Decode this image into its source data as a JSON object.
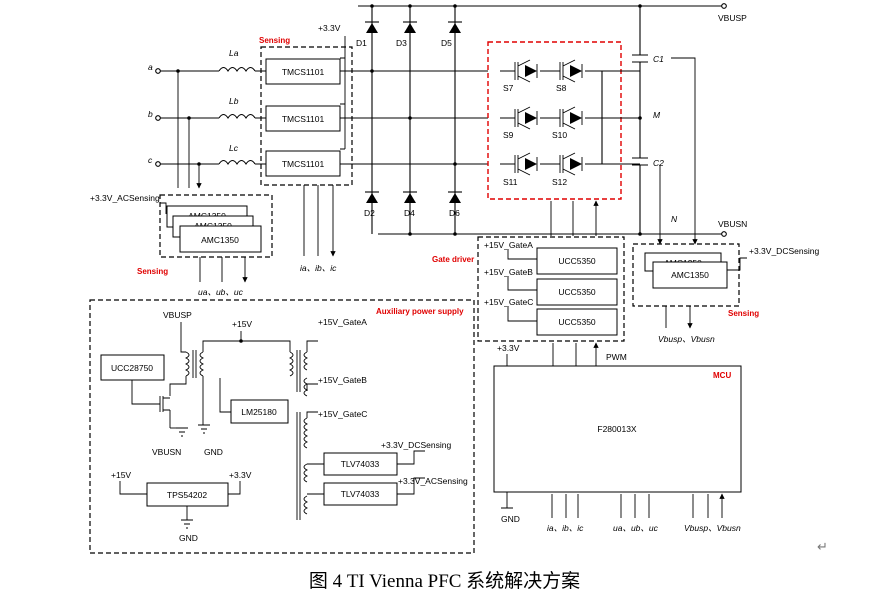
{
  "figure": {
    "caption": "图 4 TI Vienna PFC 系统解决方案",
    "return_mark": "↵"
  },
  "colors": {
    "section_label": "#e00000",
    "ink": "#000000"
  },
  "sections": {
    "sensing_top": "Sensing",
    "sensing_ac": "Sensing",
    "sensing_dc": "Sensing",
    "gate_driver": "Gate driver",
    "aux_power": "Auxiliary power supply",
    "mcu": "MCU"
  },
  "inputs": {
    "a": "a",
    "b": "b",
    "c": "c"
  },
  "inductors": {
    "la": "La",
    "lb": "Lb",
    "lc": "Lc"
  },
  "current_sensors": {
    "s1": "TMCS1101",
    "s2": "TMCS1101",
    "s3": "TMCS1101",
    "supply": "+3.3V"
  },
  "current_outputs": {
    "ia": "ia",
    "ib": "ib",
    "ic": "ic"
  },
  "diodes": {
    "d1": "D1",
    "d2": "D2",
    "d3": "D3",
    "d4": "D4",
    "d5": "D5",
    "d6": "D6"
  },
  "switches": {
    "s7": "S7",
    "s8": "S8",
    "s9": "S9",
    "s10": "S10",
    "s11": "S11",
    "s12": "S12"
  },
  "dc_link": {
    "vbusp": "VBUSP",
    "vbusn": "VBUSN",
    "c1": "C1",
    "c2": "C2",
    "m": "M",
    "n": "N"
  },
  "ac_sensing": {
    "supply": "+3.3V_ACSensing",
    "chip_back2": "AMC1350",
    "chip_back1": "AMC1350",
    "chip_front": "AMC1350",
    "outputs": "ua、ub、uc"
  },
  "gate_driver": {
    "supply_a": "+15V_GateA",
    "supply_b": "+15V_GateB",
    "supply_c": "+15V_GateC",
    "chip_a": "UCC5350",
    "chip_b": "UCC5350",
    "chip_c": "UCC5350"
  },
  "dc_sensing": {
    "supply": "+3.3V_DCSensing",
    "chip_back": "AMC1350",
    "chip_front": "AMC1350",
    "outputs": "Vbusp、Vbusn"
  },
  "mcu": {
    "supply": "+3.3V",
    "chip": "F280013X",
    "pwm": "PWM",
    "gnd": "GND",
    "in_currents": "ia、ib、ic",
    "in_voltages": "ua、ub、uc",
    "in_bus": "Vbusp、Vbusn"
  },
  "aux": {
    "vbusp": "VBUSP",
    "vbusn": "VBUSN",
    "controller": "UCC28750",
    "p15v": "+15V",
    "gate_a": "+15V_GateA",
    "gate_b": "+15V_GateB",
    "gate_c": "+15V_GateC",
    "lm": "LM25180",
    "gnd1": "GND",
    "tlv1": "TLV74033",
    "tlv2": "TLV74033",
    "dc_out": "+3.3V_DCSensing",
    "ac_out": "+3.3V_ACSensing",
    "buck_in": "+15V",
    "buck": "TPS54202",
    "buck_out": "+3.3V",
    "gnd2": "GND"
  }
}
